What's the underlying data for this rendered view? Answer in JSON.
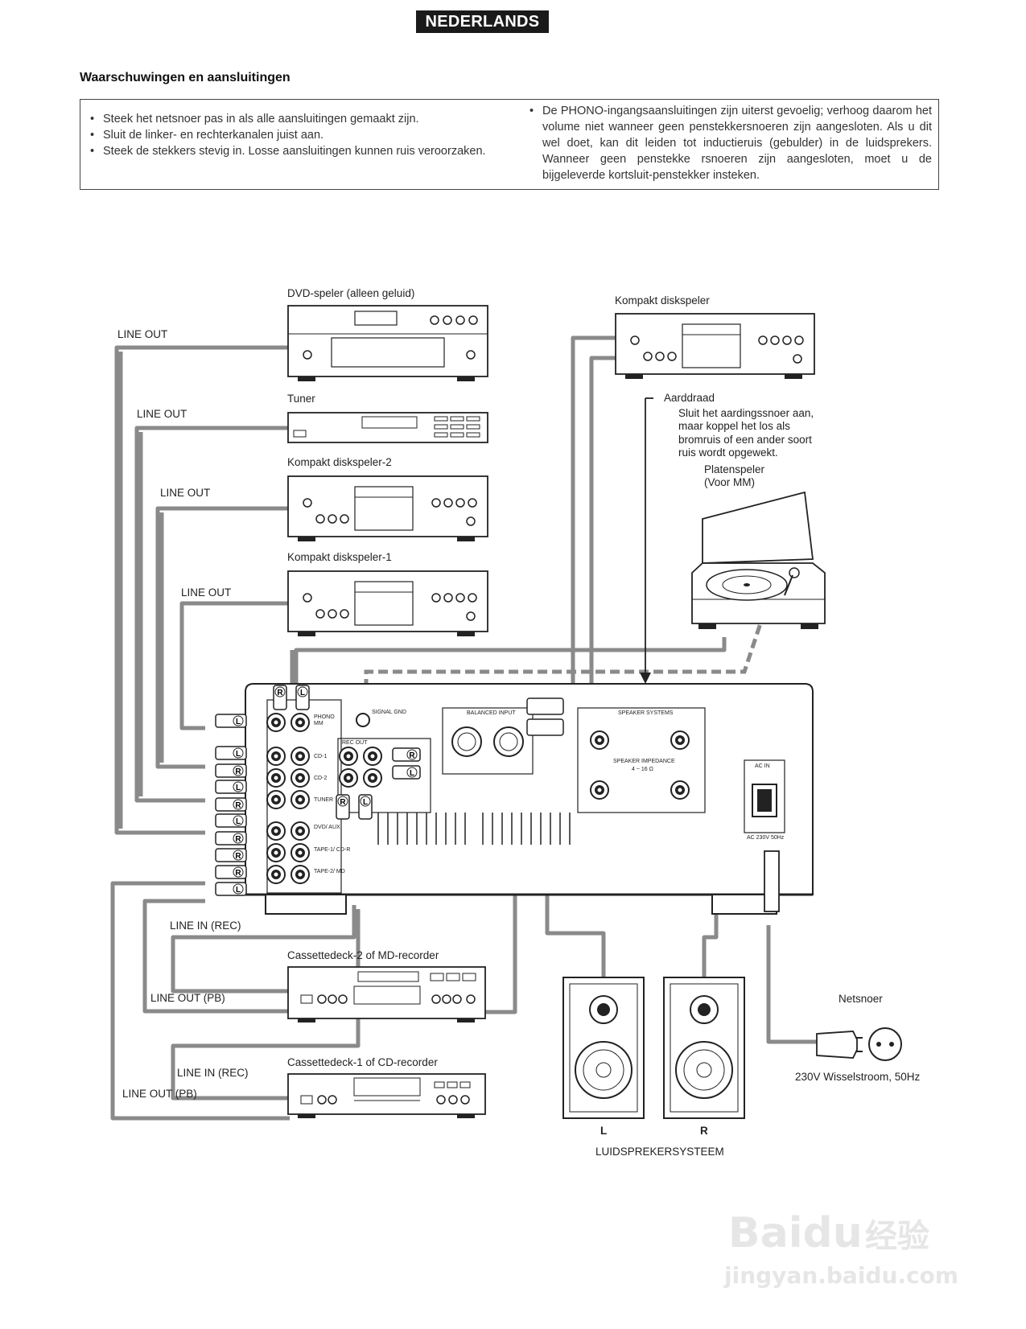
{
  "header": {
    "language_badge": "NEDERLANDS",
    "section_title": "Waarschuwingen en aansluitingen"
  },
  "warnings": {
    "left": [
      "Steek het netsnoer pas in als alle aansluitingen gemaakt zijn.",
      "Sluit de linker- en rechterkanalen juist aan.",
      "Steek de stekkers stevig in. Losse aansluitingen kunnen ruis veroorzaken."
    ],
    "right": [
      "De PHONO-ingangsaansluitingen zijn uiterst gevoelig; verhoog daarom het volume niet wanneer geen penstekkersnoeren zijn aangesloten. Als u dit wel doet, kan dit leiden tot inductieruis (gebulder) in de luidsprekers. Wanneer geen penstekke rsnoeren zijn aangesloten, moet u de bijgeleverde kortsluit-penstekker insteken."
    ]
  },
  "diagram": {
    "devices": {
      "dvd": "DVD-speler (alleen geluid)",
      "tuner": "Tuner",
      "cd2": "Kompakt diskspeler-2",
      "cd1": "Kompakt diskspeler-1",
      "cd_main": "Kompakt diskspeler",
      "turntable_line1": "Platenspeler",
      "turntable_line2": "(Voor MM)",
      "tape2": "Cassettedeck-2 of MD-recorder",
      "tape1": "Cassettedeck-1 of CD-recorder",
      "power_cord": "Netsnoer",
      "power_spec": "230V Wisselstroom, 50Hz",
      "speaker_system": "LUIDSPREKERSYSTEEM",
      "speaker_left": "L",
      "speaker_right": "R"
    },
    "cable_labels": {
      "dvd_out": "LINE OUT",
      "tuner_out": "LINE OUT",
      "cd2_out": "LINE OUT",
      "cd1_out": "LINE OUT",
      "tape2_in": "LINE IN (REC)",
      "tape2_out": "LINE OUT (PB)",
      "tape1_in": "LINE IN (REC)",
      "tape1_out": "LINE OUT (PB)"
    },
    "ground": {
      "title": "Aarddraad",
      "note_lines": [
        "Sluit het aardingssnoer aan,",
        "maar koppel het los als",
        "bromruis of een ander soort",
        "ruis wordt opgewekt."
      ]
    },
    "amp_panel": {
      "phono": "PHONO",
      "phono_sub": "MM",
      "signal_gnd": "SIGNAL GND",
      "cd1": "CD-1",
      "cd2": "CD-2",
      "tuner": "TUNER",
      "dvd_aux": "DVD/ AUX",
      "tape1": "TAPE-1/ CD-R",
      "tape2": "TAPE-2/ MD",
      "rec_out": "REC OUT",
      "balanced_input": "BALANCED INPUT",
      "speaker_systems": "SPEAKER SYSTEMS",
      "speaker_impedance": "SPEAKER IMPEDANCE",
      "impedance_value": "4 ~ 16 Ω",
      "ac_in": "AC IN",
      "ac_spec": "AC 230V 50Hz"
    },
    "plug_marks": {
      "right": "R",
      "left": "L"
    }
  },
  "watermark": {
    "brand": "Baidu",
    "cn": "经验",
    "url": "jingyan.baidu.com"
  }
}
